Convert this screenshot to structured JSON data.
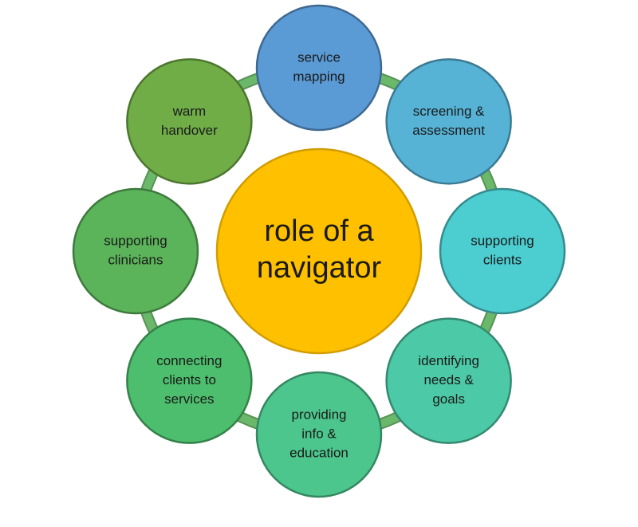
{
  "center": {
    "label_lines": [
      "role of a",
      "navigator"
    ],
    "color": "#FFC000"
  },
  "ring": {
    "color": "#6BB86A"
  },
  "nodes": [
    {
      "id": "service-mapping",
      "label_lines": [
        "service",
        "mapping"
      ],
      "color": "#5B9BD5"
    },
    {
      "id": "screening-assessment",
      "label_lines": [
        "screening &",
        "assessment"
      ],
      "color": "#57B3D6"
    },
    {
      "id": "supporting-clients",
      "label_lines": [
        "supporting",
        "clients"
      ],
      "color": "#4CCDD0"
    },
    {
      "id": "identifying-needs-goals",
      "label_lines": [
        "identifying",
        "needs &",
        "goals"
      ],
      "color": "#4CC9A6"
    },
    {
      "id": "providing-info-education",
      "label_lines": [
        "providing",
        "info &",
        "education"
      ],
      "color": "#4CC68D"
    },
    {
      "id": "connecting-clients-services",
      "label_lines": [
        "connecting",
        "clients to",
        "services"
      ],
      "color": "#4DBE6D"
    },
    {
      "id": "supporting-clinicians",
      "label_lines": [
        "supporting",
        "clinicians"
      ],
      "color": "#5BB35A"
    },
    {
      "id": "warm-handover",
      "label_lines": [
        "warm",
        "handover"
      ],
      "color": "#70AD47"
    }
  ]
}
